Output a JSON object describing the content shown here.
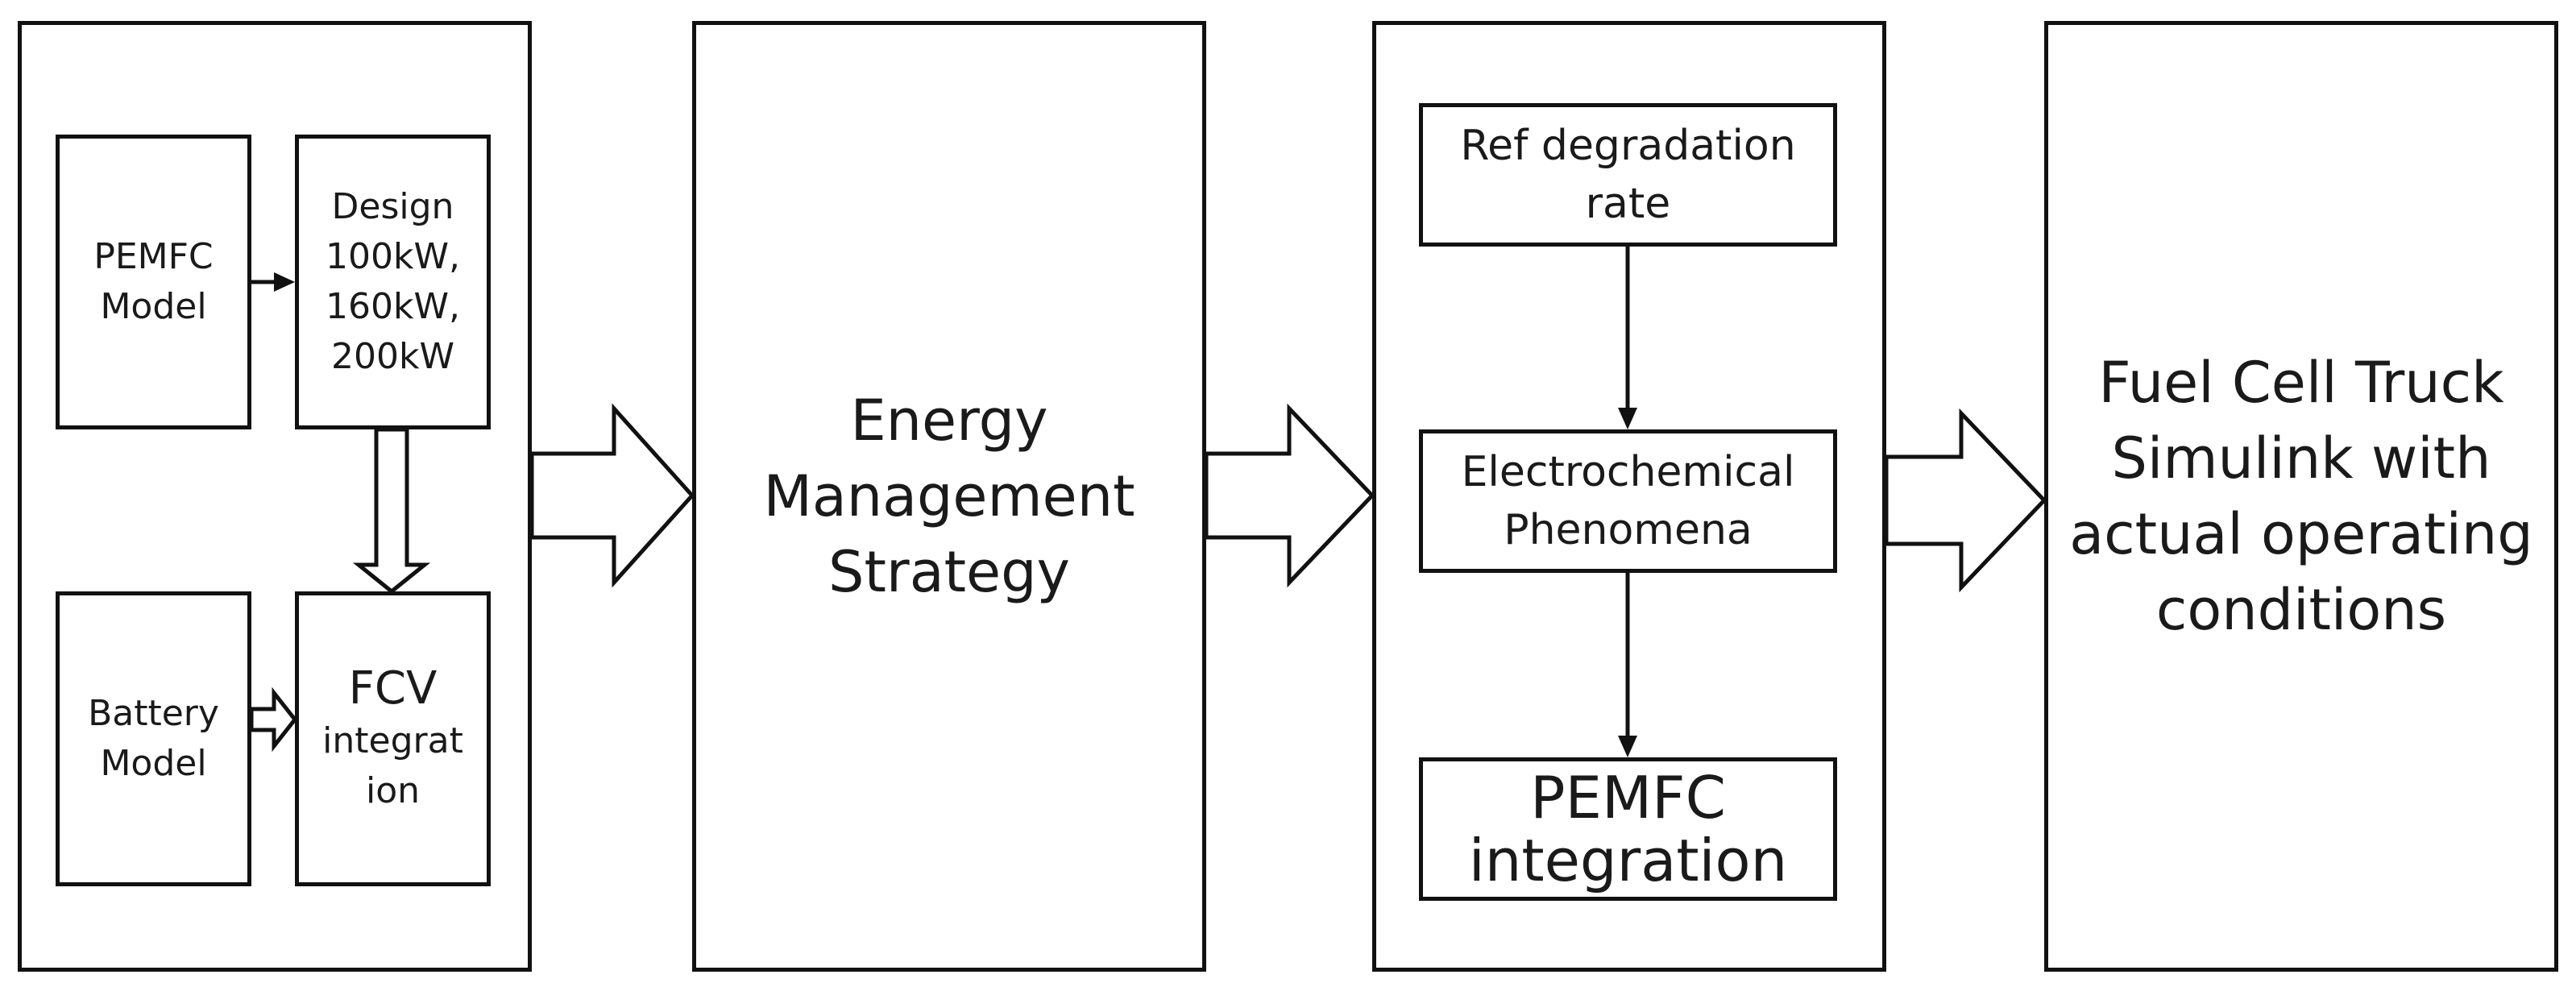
{
  "panels": {
    "models": {
      "pemfc_model": "PEMFC\nModel",
      "design": "Design\n100kW,\n160kW,\n200kW",
      "battery_model": "Battery\nModel",
      "fcv_line1": "FCV",
      "fcv_rest": "integrat\nion"
    },
    "ems": {
      "label": "Energy\nManagement\nStrategy"
    },
    "degradation": {
      "ref": "Ref degradation\nrate",
      "electrochemical": "Electrochemical\nPhenomena",
      "pemfc_integration": "PEMFC\nintegration"
    },
    "truck": {
      "label": "Fuel Cell Truck\nSimulink with\nactual operating\nconditions"
    }
  },
  "colors": {
    "stroke": "#111111",
    "background": "#ffffff",
    "text": "#1a1a1a"
  }
}
